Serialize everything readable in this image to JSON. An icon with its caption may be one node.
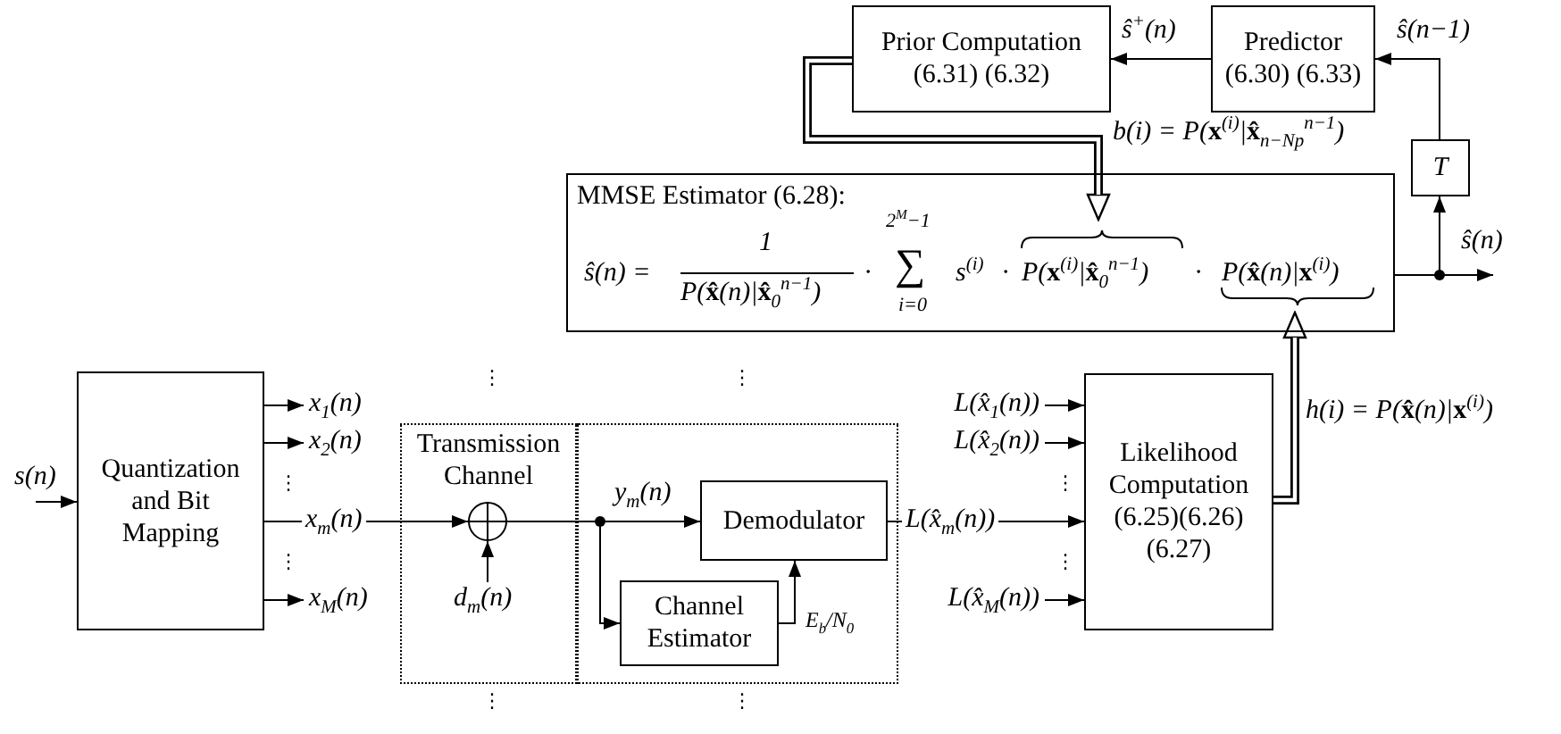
{
  "diagram": {
    "nodes": [
      {
        "text": [
          "Prior Computation (6.31) (6.32)"
        ]
      },
      {
        "text": [
          "Predictor (6.30) (6.33)"
        ]
      },
      {
        "text": [
          "T"
        ]
      },
      {
        "text": [
          "MMSE Estimator (6.28):",
          "ŝ(n) =",
          "1",
          "P(**x̂**(n)|**x̂**$_{0}$$^{n−1}$)",
          "·",
          "2$^{M}$−1",
          "∑",
          "i=0",
          "s$^{(i)}$",
          "·",
          "P(**x**$^{(i)}$|**x̂**$_{0}$$^{n−1}$)",
          "·",
          "P(**x̂**(n)|**x**$^{(i)}$)"
        ]
      },
      {
        "text": [
          "Quantization and Bit Mapping"
        ]
      },
      {
        "text": [
          "Transmission Channel"
        ]
      },
      {
        "text": [],
        "shape": "circle",
        "in": 5
      },
      {
        "text": [],
        "shape": "box"
      },
      {
        "text": [
          "Demodulator"
        ],
        "in": 7
      },
      {
        "text": [
          "Channel Estimator"
        ],
        "in": 7
      },
      {
        "text": [
          "Likelihood Computation (6.25)(6.26) (6.27)"
        ]
      }
    ],
    "edges": [
      {
        "from": null,
        "to": 4,
        "arrow": "to",
        "label": "s(n)"
      },
      {
        "from": 4,
        "to": null,
        "arrow": "to",
        "label": "x$_{1}$(n)"
      },
      {
        "from": 4,
        "to": null,
        "arrow": "to",
        "label": "x$_{2}$(n)"
      },
      {
        "from": 4,
        "to": 6,
        "arrow": "to",
        "label": "x$_{m}$(n)"
      },
      {
        "from": 4,
        "to": null,
        "arrow": "to",
        "label": "x$_{M}$(n)"
      },
      {
        "from": null,
        "to": 6,
        "arrow": "to",
        "label": "d$_{m}$(n)"
      },
      {
        "from": 6,
        "to": 8,
        "arrow": "to",
        "label": "y$_{m}$(n)"
      },
      {
        "from": 6,
        "to": 9,
        "arrow": "to"
      },
      {
        "from": 9,
        "to": 8,
        "arrow": "to",
        "label": "E$_{b}$/N$_{0}$"
      },
      {
        "from": 8,
        "to": 10,
        "arrow": "to",
        "label": "L(x̂$_{m}$(n))"
      },
      {
        "from": null,
        "to": 10,
        "arrow": "to",
        "label": "L(x̂$_{1}$(n))"
      },
      {
        "from": null,
        "to": 10,
        "arrow": "to",
        "label": "L(x̂$_{2}$(n))"
      },
      {
        "from": null,
        "to": 10,
        "arrow": "to",
        "label": "L(x̂$_{M}$(n))"
      },
      {
        "from": 10,
        "to": 3,
        "arrow": "to",
        "style": "thick",
        "label": "h(i) = P(**x̂**(n)|**x**$^{(i)}$)"
      },
      {
        "from": 0,
        "to": 3,
        "arrow": "to",
        "style": "thick",
        "label": "b(i) = P(**x**$^{(i)}$|**x̂**$_{n−Np}$$^{n−1}$)"
      },
      {
        "from": 1,
        "to": 0,
        "arrow": "to",
        "label": "ŝ$^{+}$(n)"
      },
      {
        "from": 2,
        "to": 1,
        "arrow": "to",
        "label": "ŝ(n−1)"
      },
      {
        "from": 3,
        "to": 2,
        "arrow": "to"
      },
      {
        "from": 3,
        "to": null,
        "arrow": "to",
        "label": "ŝ(n)"
      }
    ],
    "labels": [
      "⋮",
      "⋮",
      "⋮",
      "⋮",
      "⋮",
      "⋮",
      "⋮",
      "⋮"
    ]
  }
}
